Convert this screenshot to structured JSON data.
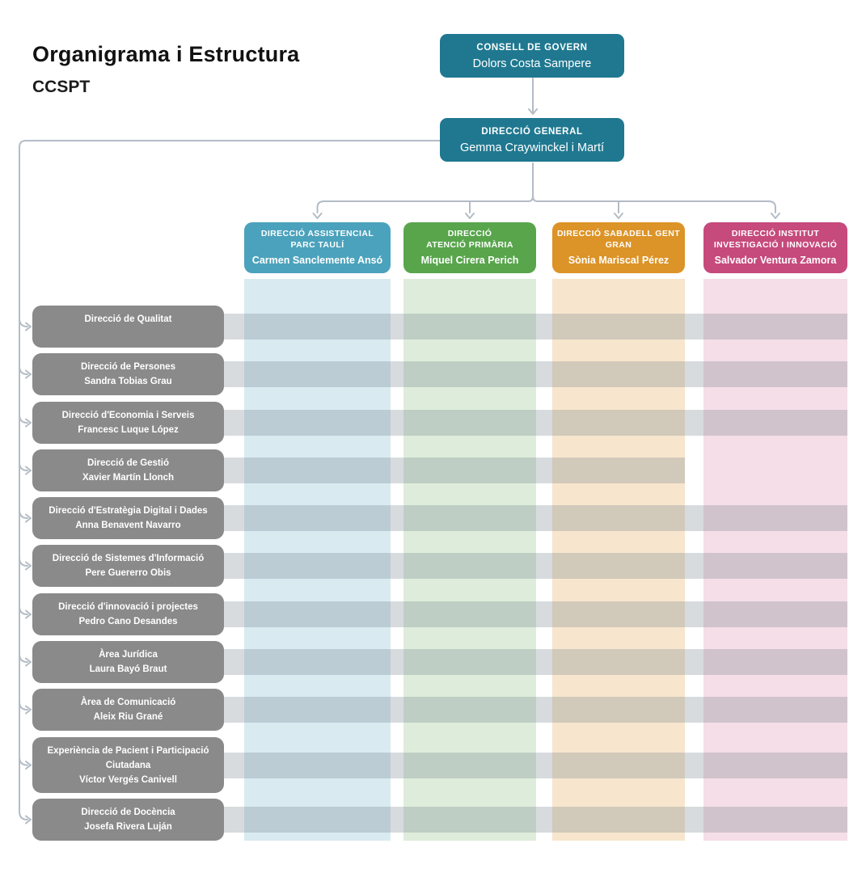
{
  "page": {
    "title": "Organigrama i Estructura",
    "subtitle": "CCSPT"
  },
  "colors": {
    "connector": "#b4bcc6",
    "teal": "#1f7890",
    "row_box_gray": "#8a8a8a",
    "row_band": "rgba(110,124,138,0.28)"
  },
  "org": {
    "root": {
      "title": "CONSELL DE GOVERN",
      "name": "Dolors Costa Sampere"
    },
    "general": {
      "title": "DIRECCIÓ GENERAL",
      "name": "Gemma Craywinckel i Martí"
    },
    "columns": [
      {
        "title": "DIRECCIÓ ASSISTENCIAL\nPARC TAULÍ",
        "name": "Carmen Sanclemente Ansó",
        "color": "#4ba2bc",
        "band": "rgba(75,162,188,0.21)"
      },
      {
        "title": "DIRECCIÓ\nATENCIÓ PRIMÀRIA",
        "name": "Miquel Cirera Perich",
        "color": "#58a54c",
        "band": "rgba(88,165,76,0.20)"
      },
      {
        "title": "DIRECCIÓ SABADELL GENT\nGRAN",
        "name": "Sònia Mariscal Pérez",
        "color": "#dc9327",
        "band": "rgba(220,147,39,0.23)"
      },
      {
        "title": "DIRECCIÓ INSTITUT\nINVESTIGACIÓ I INNOVACIÓ",
        "name": "Salvador Ventura Zamora",
        "color": "#c64a7c",
        "band": "rgba(198,74,124,0.18)"
      }
    ],
    "rows": [
      {
        "title": "Direcció de Qualitat",
        "name": "",
        "columns_span": 4
      },
      {
        "title": "Direcció de Persones",
        "name": "Sandra Tobias Grau",
        "columns_span": 4
      },
      {
        "title": "Direcció d'Economia i Serveis",
        "name": "Francesc Luque López",
        "columns_span": 4
      },
      {
        "title": "Direcció de Gestió",
        "name": "Xavier Martín Llonch",
        "columns_span": 3
      },
      {
        "title": "Direcció d'Estratègia Digital i Dades",
        "name": "Anna Benavent Navarro",
        "columns_span": 4
      },
      {
        "title": "Direcció de Sistemes d'Informació",
        "name": "Pere Guererro Obis",
        "columns_span": 4
      },
      {
        "title": "Direcció d'innovació i projectes",
        "name": "Pedro Cano Desandes",
        "columns_span": 4
      },
      {
        "title": "Àrea Jurídica",
        "name": "Laura Bayó Braut",
        "columns_span": 4
      },
      {
        "title": "Àrea de Comunicació",
        "name": "Aleix Riu Grané",
        "columns_span": 4
      },
      {
        "title": "Experiència de Pacient i Participació\nCiutadana",
        "name": "Víctor Vergés Canivell",
        "columns_span": 4
      },
      {
        "title": "Direcció de Docència",
        "name": "Josefa Rivera Luján",
        "columns_span": 4
      }
    ]
  }
}
